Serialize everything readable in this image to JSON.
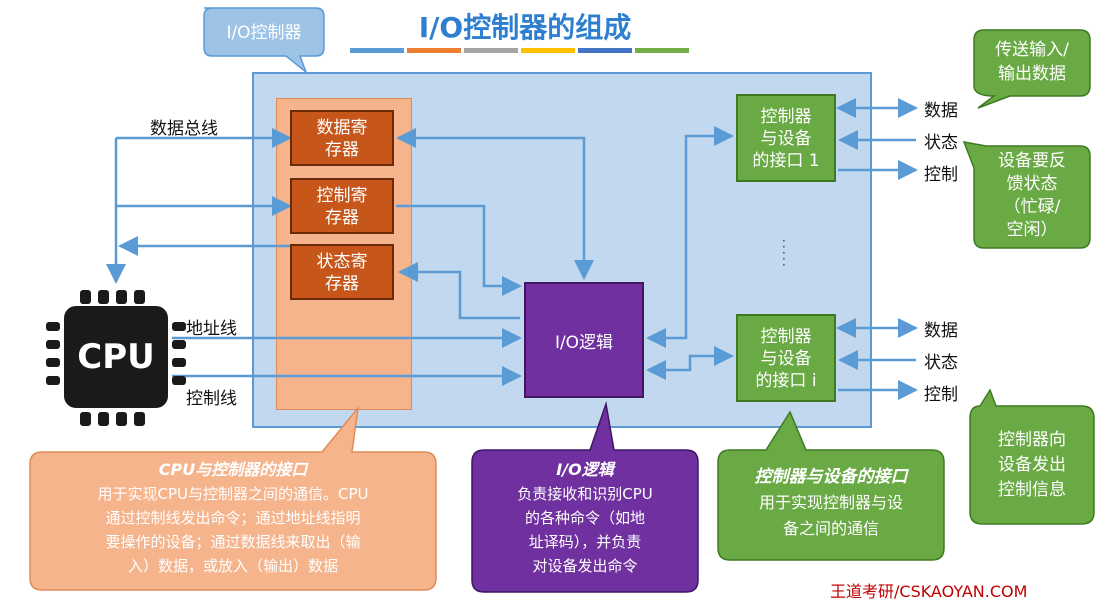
{
  "title": "I/O控制器的组成",
  "title_bar_colors": [
    "#5b9bd5",
    "#ed7d31",
    "#a5a5a5",
    "#ffc000",
    "#4472c4",
    "#70ad47"
  ],
  "io_controller_tag": "I/O控制器",
  "registers": {
    "data": [
      "数据寄",
      "存器"
    ],
    "control": [
      "控制寄",
      "存器"
    ],
    "status": [
      "状态寄",
      "存器"
    ]
  },
  "io_logic_label": "I/O逻辑",
  "interface_1": [
    "控制器",
    "与设备",
    "的接口 1"
  ],
  "interface_i": [
    "控制器",
    "与设备",
    "的接口 i"
  ],
  "cpu_label": "CPU",
  "bus_labels": {
    "data_bus": "数据总线",
    "address_bus": "地址线",
    "control_bus": "控制线"
  },
  "device_signals_1": {
    "data": "数据",
    "status": "状态",
    "control": "控制"
  },
  "device_signals_i": {
    "data": "数据",
    "status": "状态",
    "control": "控制"
  },
  "callouts": {
    "transfer": [
      "传送输入/",
      "输出数据"
    ],
    "feedback": [
      "设备要反",
      "馈状态",
      "（忙碌/",
      "空闲）"
    ],
    "control_info": [
      "控制器向",
      "设备发出",
      "控制信息"
    ],
    "cpu_interface": {
      "title": "CPU与控制器的接口",
      "lines": [
        "用于实现CPU与控制器之间的通信。CPU",
        "通过控制线发出命令；通过地址线指明",
        "要操作的设备；通过数据线来取出（输",
        "入）数据，或放入（输出）数据"
      ]
    },
    "io_logic": {
      "title": "I/O逻辑",
      "lines": [
        "负责接收和识别CPU",
        "的各种命令（如地",
        "址译码），并负责",
        "对设备发出命令"
      ]
    },
    "device_interface": {
      "title": "控制器与设备的接口",
      "lines": [
        "用于实现控制器与设",
        "备之间的通信"
      ]
    }
  },
  "footer": "王道考研/CSKAOYAN.COM",
  "colors": {
    "controller_bg": "#c1d8ef",
    "cpu_interface_panel": "#f5b48c",
    "register": "#c7561a",
    "io_logic": "#7030a0",
    "device_interface": "#6aaa45",
    "arrow": "#5b9bd5",
    "tag": "#9dc3e6"
  }
}
